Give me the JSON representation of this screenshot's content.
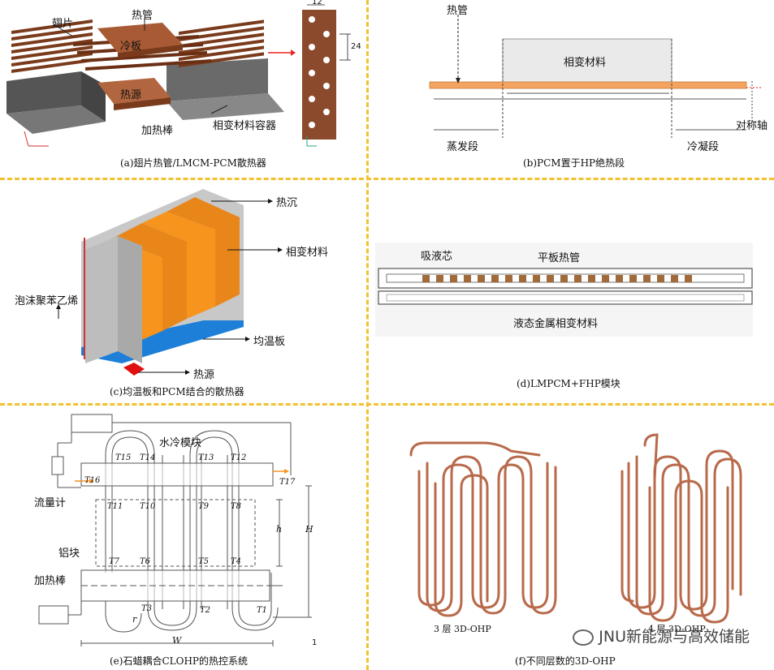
{
  "panels": {
    "a": {
      "caption": "(a)翅片热管/LMCM-PCM散热器",
      "labels": {
        "fin": "翅片",
        "heat_pipe": "热管",
        "cold_plate": "冷板",
        "heat_source": "热源",
        "heater_rod": "加热棒",
        "pcm_container": "相变材料容器",
        "dim_top": "12",
        "dim_side": "24"
      }
    },
    "b": {
      "caption": "(b)PCM置于HP绝热段",
      "labels": {
        "heat_pipe": "热管",
        "pcm": "相变材料",
        "axis": "对称轴",
        "evaporator": "蒸发段",
        "condenser": "冷凝段"
      }
    },
    "c": {
      "caption": "(c)均温板和PCM结合的散热器",
      "labels": {
        "heat_sink": "热沉",
        "pcm": "相变材料",
        "foam": "泡沫聚苯乙烯",
        "vapor_chamber": "均温板",
        "heat_source": "热源"
      }
    },
    "d": {
      "caption": "(d)LMPCM+FHP模块",
      "labels": {
        "wick": "吸液芯",
        "flat_hp": "平板热管",
        "lm_pcm": "液态金属相变材料"
      }
    },
    "e": {
      "caption": "(e)石蜡耦合CLOHP的热控系统",
      "labels": {
        "water_module": "水冷模块",
        "flowmeter": "流量计",
        "al_block": "铝块",
        "heater_rod": "加热棒",
        "h": "h",
        "H": "H",
        "W": "W",
        "r": "r",
        "one": "1"
      },
      "thermocouples": [
        "T15",
        "T14",
        "T13",
        "T12",
        "T16",
        "T17",
        "T11",
        "T10",
        "T9",
        "T8",
        "T7",
        "T6",
        "T5",
        "T4",
        "T3",
        "T2",
        "T1"
      ]
    },
    "f": {
      "caption": "(f)不同层数的3D-OHP",
      "labels": {
        "layer3": "3 层 3D-OHP",
        "layer4": "4 层 3D-OHP"
      }
    }
  },
  "watermark": "JNU新能源与高效储能",
  "colors": {
    "divider": "#f2c12e",
    "copper": "#8b4a2b",
    "orange": "#f7941d",
    "blue": "#1e7fd8",
    "gray": "#b8b8b8"
  }
}
